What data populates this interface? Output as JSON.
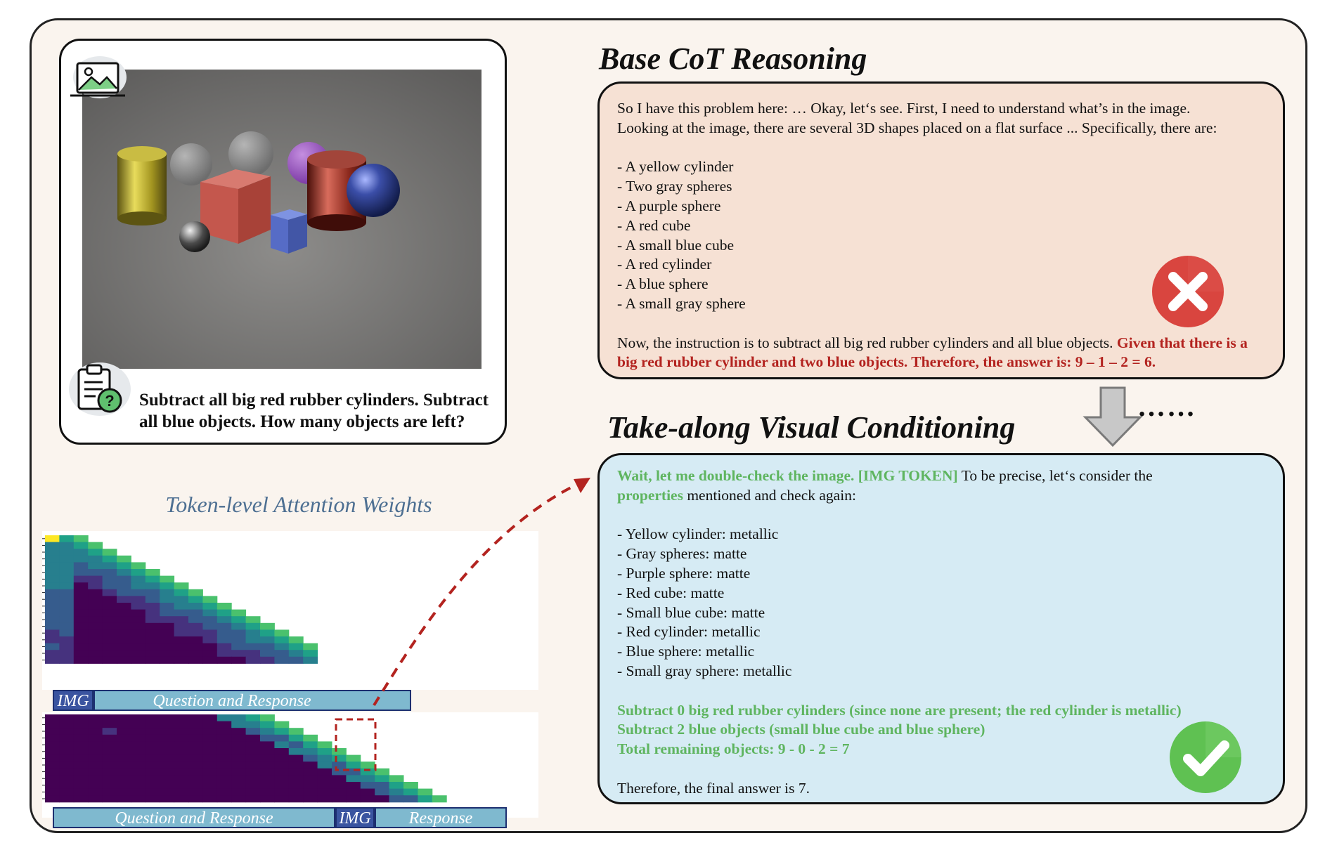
{
  "image_card": {
    "question": "Subtract all big red rubber cylinders. Subtract all blue objects. How many objects are left?"
  },
  "attention": {
    "title": "Token-level Attention Weights",
    "top_labels": [
      "IMG",
      "Question and Response"
    ],
    "bottom_labels": [
      "Question and Response",
      "IMG",
      "Response"
    ]
  },
  "base_cot": {
    "title": "Base CoT Reasoning",
    "intro_line1": "So I have this problem here: … Okay, let‘s see. First, I need to understand what’s in the image.",
    "intro_line2": "Looking at the image, there are several 3D shapes placed on a flat surface ... Specifically, there are:",
    "items": [
      "- A yellow cylinder",
      "- Two gray spheres",
      "- A purple sphere",
      "- A red cube",
      "- A small blue cube",
      "- A red cylinder",
      "- A blue sphere",
      "- A small gray sphere"
    ],
    "final_plain": "Now, the instruction is to subtract all big red rubber cylinders and all blue objects. ",
    "final_highlight": "Given that there is a big red rubber cylinder and two blue objects. Therefore, the answer is: 9 – 1 – 2 = 6.",
    "continuation": "……"
  },
  "tvc": {
    "title": "Take-along Visual Conditioning",
    "line1_highlight": "Wait, let me double-check the image. [IMG TOKEN]",
    "line1_plain": " To be precise, let‘s consider the",
    "line2_highlight": "properties",
    "line2_plain": " mentioned and check again:",
    "items": [
      "- Yellow cylinder: metallic",
      "- Gray spheres: matte",
      "- Purple sphere: matte",
      "- Red cube: matte",
      "- Small blue cube: matte",
      "- Red cylinder: metallic",
      "- Blue sphere: metallic",
      "- Small gray sphere: metallic"
    ],
    "steps": [
      "Subtract 0 big red rubber cylinders (since none are present; the red cylinder is metallic)",
      "Subtract 2 blue objects (small blue cube and blue sphere)",
      "Total remaining objects: 9 - 0 - 2 = 7"
    ],
    "final": "Therefore, the final answer is 7."
  },
  "colors": {
    "cot_bg": "#f6e1d4",
    "tvc_bg": "#d6ebf4",
    "highlight_red": "#b3231f",
    "highlight_green": "#5fb560",
    "label_dark": "#3a54a0",
    "label_light": "#7fb9cf",
    "arrow_red": "#b3231f"
  },
  "icons": [
    "image-icon",
    "clipboard-question-icon",
    "x-mark-icon",
    "check-mark-icon",
    "down-arrow-icon",
    "curved-arrow-icon"
  ]
}
